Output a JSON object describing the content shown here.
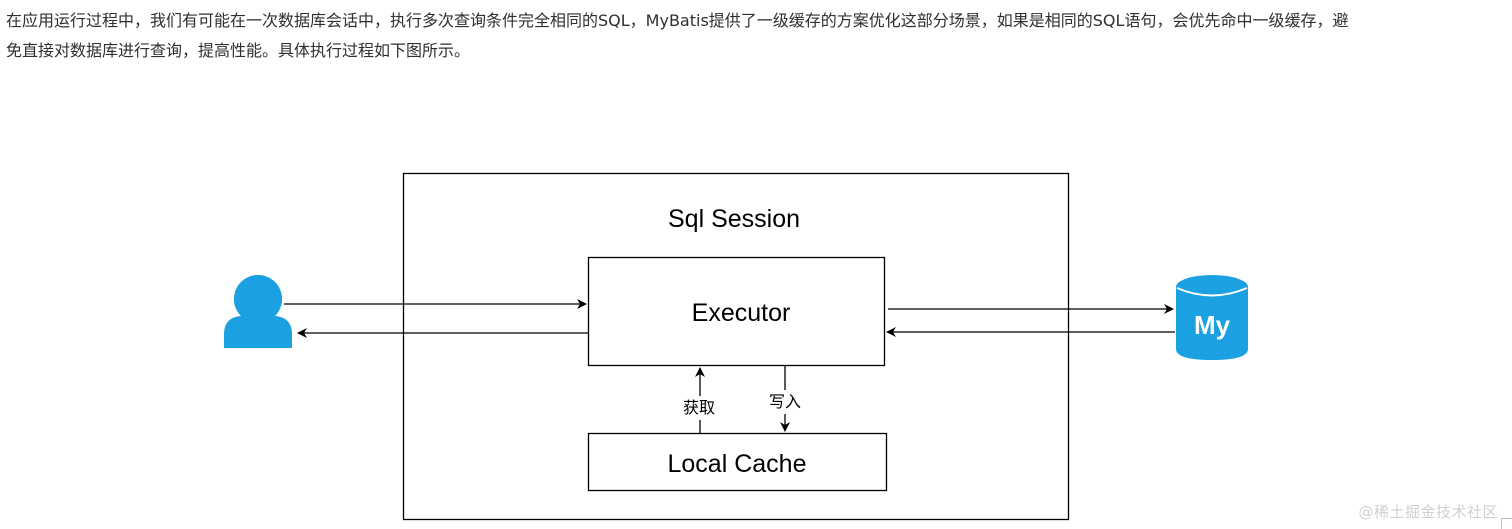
{
  "article": {
    "line1": "在应用运行过程中，我们有可能在一次数据库会话中，执行多次查询条件完全相同的SQL，MyBatis提供了一级缓存的方案优化这部分场景，如果是相同的SQL语句，会优先命中一级缓存，避",
    "line2": "免直接对数据库进行查询，提高性能。具体执行过程如下图所示。"
  },
  "diagram": {
    "session_label": "Sql Session",
    "executor_label": "Executor",
    "cache_label": "Local Cache",
    "get_label": "获取",
    "write_label": "写入",
    "db_logo_text": "My"
  },
  "colors": {
    "icon_blue": "#1ba1e2",
    "stroke": "#000000",
    "text": "#2f2f2f"
  },
  "icons": {
    "user": "user-icon",
    "database": "mysql-database-icon"
  },
  "watermark": "@稀土掘金技术社区"
}
